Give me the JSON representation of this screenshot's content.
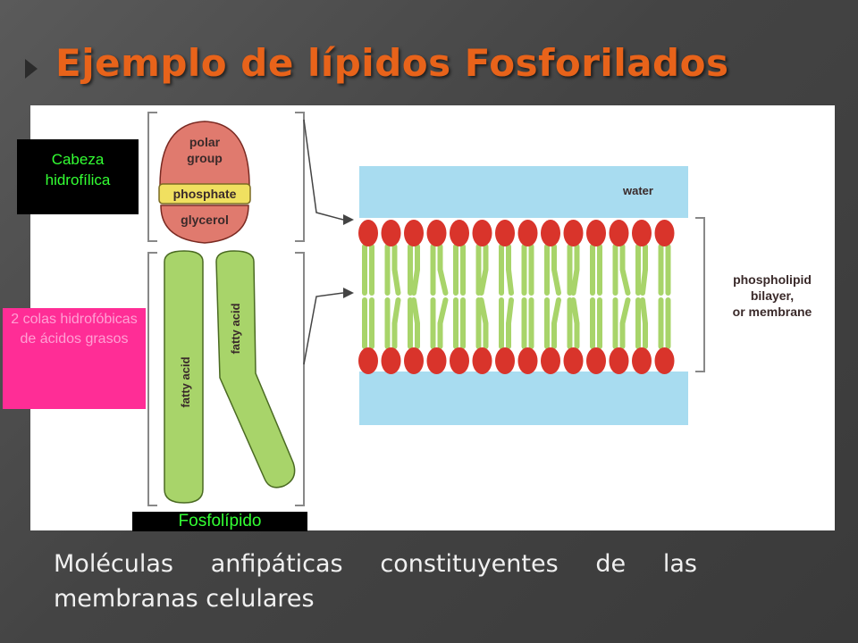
{
  "slide": {
    "title": "Ejemplo de lípidos Fosforilados",
    "subtitle": "Moléculas anfipáticas constituyentes de las membranas celulares"
  },
  "labels": {
    "head": "Cabeza hidrofílica",
    "tails": "2 colas hidrofóbicas de ácidos grasos",
    "molecule": "Fosfolípido"
  },
  "diagram": {
    "polar_group": "polar group",
    "phosphate": "phosphate",
    "glycerol": "glycerol",
    "fatty_acid_1": "fatty acid",
    "fatty_acid_2": "fatty acid",
    "water": "water",
    "bilayer_label": "phospholipid bilayer, or membrane"
  },
  "colors": {
    "title": "#e8631a",
    "head_red": "#d9342b",
    "polar_pink": "#e07a6e",
    "phosphate_yellow": "#f0e060",
    "tail_green": "#a8d46a",
    "water_blue": "#a8dcf0",
    "head_box_bg": "#000000",
    "head_box_text": "#33ff33",
    "tails_box_bg": "#ff2d96"
  }
}
